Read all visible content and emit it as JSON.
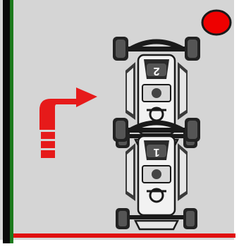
{
  "scene": {
    "kind": "kart starting grid diagram",
    "colors": {
      "track": "#d5d5d5",
      "left_barrier_dark": "#0a0a0a",
      "left_barrier_green": "#1d7a1d",
      "start_line": "#e01010",
      "arrow": "#e61a1a",
      "signal_light": "#ee0000",
      "kart_outline": "#1a1a1a",
      "kart_fill": "#f2f2f2"
    },
    "karts": [
      {
        "number": "2",
        "orientation": "upside-down"
      },
      {
        "number": "1",
        "orientation": "upside-down"
      }
    ],
    "arrow": {
      "icon": "turn-right-arrow-icon",
      "direction": "up-then-right"
    },
    "signal": {
      "icon": "red-light-icon",
      "state": "on"
    }
  }
}
